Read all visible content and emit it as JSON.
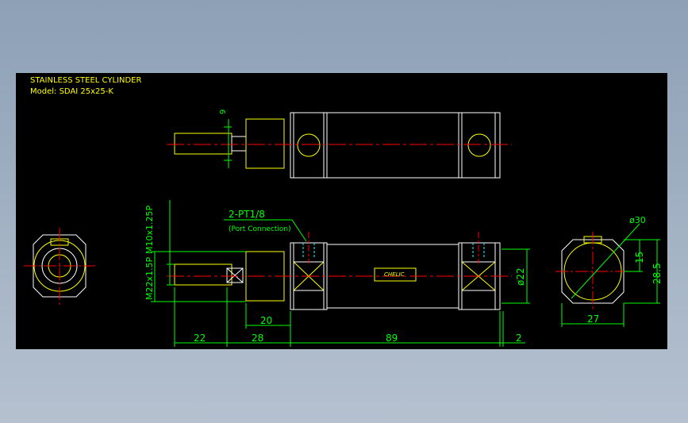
{
  "title": {
    "line1": "STAINLESS STEEL CYLINDER",
    "line2": "Model: SDAI 25x25-K"
  },
  "dims": {
    "d9": "9",
    "d22": "22",
    "d28": "28",
    "d89": "89",
    "d2": "2",
    "d20": "20",
    "d27": "27",
    "d15": "15",
    "d28_5": "28.5",
    "phi30": "ø30",
    "phi22": "ø22",
    "m10": "M10x1.25P",
    "m22": "M22x1.5P",
    "port": "2-PT1/8",
    "port_sub": "(Port Connection)"
  },
  "label_plate": {
    "brand": "CHELIC"
  },
  "colors": {
    "background": "#000000",
    "outline": "#ffffff",
    "centerline": "#ff0000",
    "dimension": "#00ff00",
    "text": "#ffff00",
    "port": "#00ffff"
  }
}
